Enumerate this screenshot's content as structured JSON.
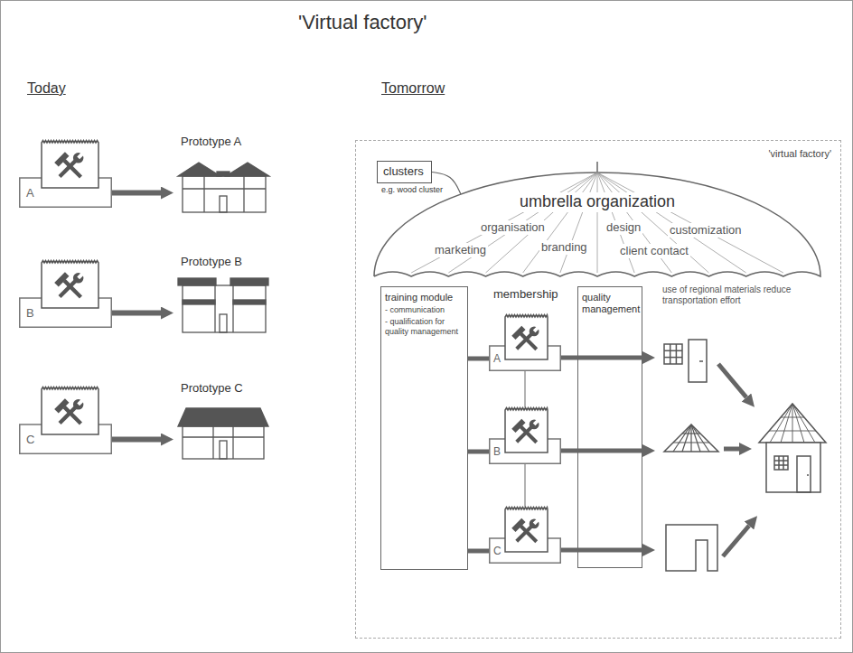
{
  "diagram": {
    "title": "'Virtual factory'",
    "nodes": [
      {
        "text": [
          "A"
        ]
      },
      {
        "text": [
          "Prototype A"
        ]
      },
      {
        "text": [
          "B"
        ]
      },
      {
        "text": [
          "Prototype B"
        ]
      },
      {
        "text": [
          "C"
        ]
      },
      {
        "text": [
          "Prototype C"
        ]
      },
      {
        "text": [
          "'virtual factory'"
        ]
      },
      {
        "text": [
          "clusters",
          "e.g. wood cluster"
        ],
        "in": 6
      },
      {
        "text": [
          "umbrella organization",
          "organisation",
          "design",
          "customization",
          "marketing",
          "branding",
          "client contact"
        ],
        "in": 6
      },
      {
        "text": [
          "training module",
          "- communication",
          "- qualification for quality management"
        ],
        "in": 6
      },
      {
        "text": [
          "A"
        ],
        "in": 6
      },
      {
        "text": [
          "B"
        ],
        "in": 6
      },
      {
        "text": [
          "C"
        ],
        "in": 6
      },
      {
        "text": [
          "quality management"
        ],
        "in": 6
      }
    ],
    "edges": [
      {
        "from": 0,
        "to": 1,
        "arrow": "to"
      },
      {
        "from": 2,
        "to": 3,
        "arrow": "to"
      },
      {
        "from": 4,
        "to": 5,
        "arrow": "to"
      },
      {
        "from": 7,
        "to": 8,
        "arrow": "none"
      },
      {
        "from": 9,
        "to": 10,
        "arrow": "none"
      },
      {
        "from": 9,
        "to": 11,
        "arrow": "none"
      },
      {
        "from": 9,
        "to": 12,
        "arrow": "none"
      },
      {
        "from": 10,
        "to": 11,
        "arrow": "none"
      },
      {
        "from": 11,
        "to": 12,
        "arrow": "none"
      }
    ],
    "labels": [
      "Today",
      "Tomorrow",
      "membership",
      "use of regional materials reduce transportation effort"
    ]
  }
}
